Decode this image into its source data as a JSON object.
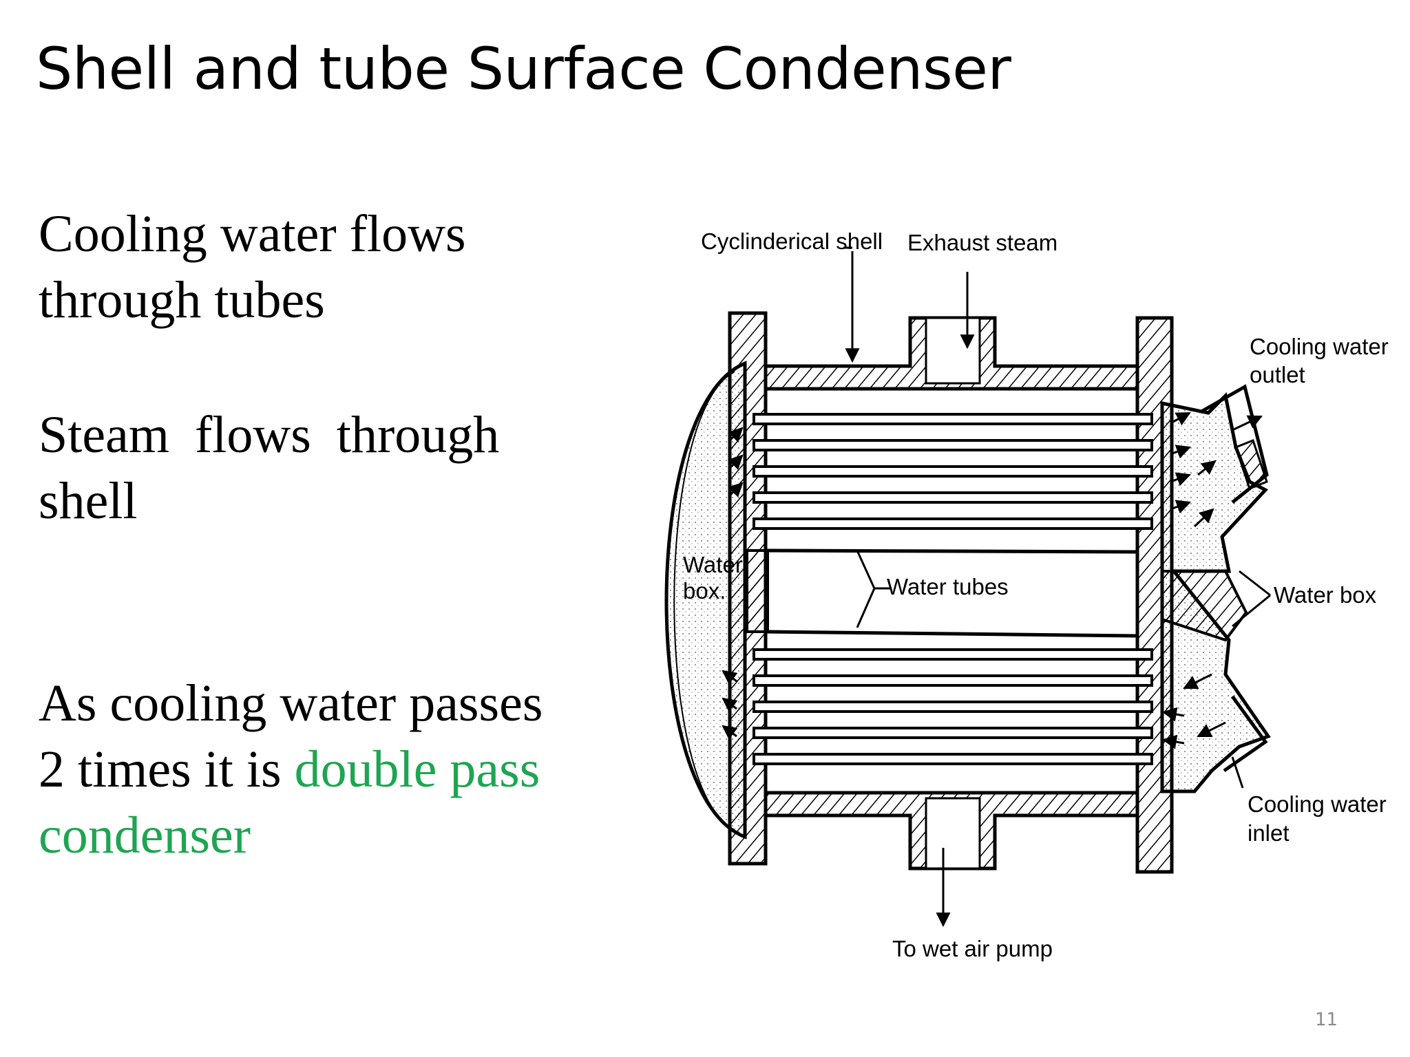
{
  "slide": {
    "title": "Shell and tube Surface Condenser",
    "point1": "Cooling water flows through tubes",
    "point2": "Steam  flows  through shell",
    "point3_plain": "As cooling water passes  2 times it is",
    "point3_highlight": "double pass condenser",
    "highlight_color": "#1ea551",
    "page_number": "11"
  },
  "diagram": {
    "labels": {
      "cylindrical_shell": "Cyclinderical shell",
      "exhaust_steam": "Exhaust steam",
      "cooling_water_outlet_1": "Cooling water",
      "cooling_water_outlet_2": "outlet",
      "water_box_left_1": "Water",
      "water_box_left_2": "box.",
      "water_tubes": "Water tubes",
      "water_box_right": "Water box",
      "cooling_water_inlet_1": "Cooling water",
      "cooling_water_inlet_2": "inlet",
      "to_wet_air_pump": "To wet air pump"
    }
  }
}
